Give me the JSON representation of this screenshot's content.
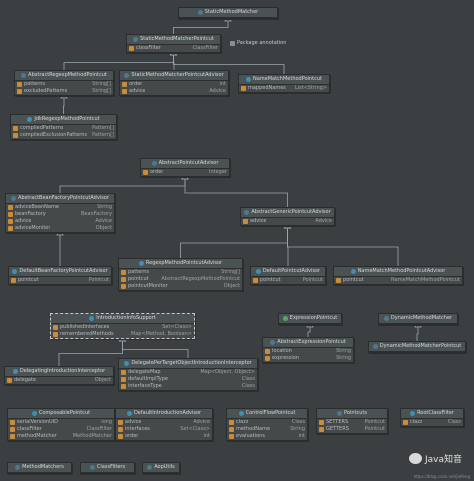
{
  "nodes": [
    {
      "id": "StaticMethodMatcher",
      "title": "StaticMethodMatcher",
      "kind": "a",
      "rows": []
    },
    {
      "id": "StaticMethodMatcherPointcut",
      "title": "StaticMethodMatcherPointcut",
      "kind": "a",
      "rows": [
        {
          "name": "classFilter",
          "type": "ClassFilter"
        }
      ]
    },
    {
      "id": "AbstractRegexpMethodPointcut",
      "title": "AbstractRegexpMethodPointcut",
      "kind": "a",
      "rows": [
        {
          "name": "patterns",
          "type": "String[]"
        },
        {
          "name": "excludedPatterns",
          "type": "String[]"
        }
      ]
    },
    {
      "id": "StaticMethodMatcherPointcutAdvisor",
      "title": "StaticMethodMatcherPointcutAdvisor",
      "kind": "a",
      "rows": [
        {
          "name": "order",
          "type": "int"
        },
        {
          "name": "advice",
          "type": "Advice"
        }
      ]
    },
    {
      "id": "NameMatchMethodPointcut",
      "title": "NameMatchMethodPointcut",
      "kind": "c",
      "rows": [
        {
          "name": "mappedNames",
          "type": "List<String>"
        }
      ]
    },
    {
      "id": "JdkRegexpMethodPointcut",
      "title": "JdkRegexpMethodPointcut",
      "kind": "c",
      "rows": [
        {
          "name": "compiledPatterns",
          "type": "Pattern[]"
        },
        {
          "name": "compiledExclusionPatterns",
          "type": "Pattern[]"
        }
      ]
    },
    {
      "id": "AbstractPointcutAdvisor",
      "title": "AbstractPointcutAdvisor",
      "kind": "a",
      "rows": [
        {
          "name": "order",
          "type": "Integer"
        }
      ]
    },
    {
      "id": "AbstractBeanFactoryPointcutAdvisor",
      "title": "AbstractBeanFactoryPointcutAdvisor",
      "kind": "a",
      "rows": [
        {
          "name": "adviceBeanName",
          "type": "String"
        },
        {
          "name": "beanFactory",
          "type": "BeanFactory"
        },
        {
          "name": "advice",
          "type": "Advice"
        },
        {
          "name": "adviceMonitor",
          "type": "Object"
        }
      ]
    },
    {
      "id": "AbstractGenericPointcutAdvisor",
      "title": "AbstractGenericPointcutAdvisor",
      "kind": "a",
      "rows": [
        {
          "name": "advice",
          "type": "Advice"
        }
      ]
    },
    {
      "id": "DefaultBeanFactoryPointcutAdvisor",
      "title": "DefaultBeanFactoryPointcutAdvisor",
      "kind": "c",
      "rows": [
        {
          "name": "pointcut",
          "type": "Pointcut"
        }
      ]
    },
    {
      "id": "RegexpMethodPointcutAdvisor",
      "title": "RegexpMethodPointcutAdvisor",
      "kind": "c",
      "rows": [
        {
          "name": "patterns",
          "type": "String[]"
        },
        {
          "name": "pointcut",
          "type": "AbstractRegexpMethodPointcut"
        },
        {
          "name": "pointcutMonitor",
          "type": "Object"
        }
      ]
    },
    {
      "id": "DefaultPointcutAdvisor",
      "title": "DefaultPointcutAdvisor",
      "kind": "c",
      "rows": [
        {
          "name": "pointcut",
          "type": "Pointcut"
        }
      ]
    },
    {
      "id": "NameMatchMethodPointcutAdvisor",
      "title": "NameMatchMethodPointcutAdvisor",
      "kind": "c",
      "rows": [
        {
          "name": "pointcut",
          "type": "NameMatchMethodPointcut"
        }
      ]
    },
    {
      "id": "IntroductionInfoSupport",
      "title": "IntroductionInfoSupport",
      "kind": "c",
      "rows": [
        {
          "name": "publishedInterfaces",
          "type": "Set<Class>"
        },
        {
          "name": "rememberedMethods",
          "type": "Map<Method, Boolean>"
        }
      ]
    },
    {
      "id": "ExpressionPointcut",
      "title": "ExpressionPointcut",
      "kind": "i",
      "rows": []
    },
    {
      "id": "DynamicMethodMatcher",
      "title": "DynamicMethodMatcher",
      "kind": "a",
      "rows": []
    },
    {
      "id": "AbstractExpressionPointcut",
      "title": "AbstractExpressionPointcut",
      "kind": "a",
      "rows": [
        {
          "name": "location",
          "type": "String"
        },
        {
          "name": "expression",
          "type": "String"
        }
      ]
    },
    {
      "id": "DynamicMethodMatcherPointcut",
      "title": "DynamicMethodMatcherPointcut",
      "kind": "a",
      "rows": []
    },
    {
      "id": "DelegatingIntroductionInterceptor",
      "title": "DelegatingIntroductionInterceptor",
      "kind": "c",
      "rows": [
        {
          "name": "delegate",
          "type": "Object"
        }
      ]
    },
    {
      "id": "DelegatePerTargetObjectIntroductionInterceptor",
      "title": "DelegatePerTargetObjectIntroductionInterceptor",
      "kind": "c",
      "rows": [
        {
          "name": "delegateMap",
          "type": "Map<Object, Object>"
        },
        {
          "name": "defaultImplType",
          "type": "Class"
        },
        {
          "name": "interfaceType",
          "type": "Class"
        }
      ]
    },
    {
      "id": "ComposablePointcut",
      "title": "ComposablePointcut",
      "kind": "c",
      "rows": [
        {
          "name": "serialVersionUID",
          "type": "long"
        },
        {
          "name": "classFilter",
          "type": "ClassFilter"
        },
        {
          "name": "methodMatcher",
          "type": "MethodMatcher"
        }
      ]
    },
    {
      "id": "DefaultIntroductionAdvisor",
      "title": "DefaultIntroductionAdvisor",
      "kind": "c",
      "rows": [
        {
          "name": "advice",
          "type": "Advice"
        },
        {
          "name": "interfaces",
          "type": "Set<Class>"
        },
        {
          "name": "order",
          "type": "int"
        }
      ]
    },
    {
      "id": "ControlFlowPointcut",
      "title": "ControlFlowPointcut",
      "kind": "c",
      "rows": [
        {
          "name": "clazz",
          "type": "Class"
        },
        {
          "name": "methodName",
          "type": "String"
        },
        {
          "name": "evaluations",
          "type": "int"
        }
      ]
    },
    {
      "id": "Pointcuts",
      "title": "Pointcuts",
      "kind": "a",
      "rows": [
        {
          "name": "SETTERS",
          "type": "Pointcut"
        },
        {
          "name": "GETTERS",
          "type": "Pointcut"
        }
      ]
    },
    {
      "id": "RootClassFilter",
      "title": "RootClassFilter",
      "kind": "c",
      "rows": [
        {
          "name": "clazz",
          "type": "Class"
        }
      ]
    },
    {
      "id": "MethodMatchers",
      "title": "MethodMatchers",
      "kind": "a",
      "rows": []
    },
    {
      "id": "ClassFilters",
      "title": "ClassFilters",
      "kind": "a",
      "rows": []
    },
    {
      "id": "AopUtils",
      "title": "AopUtils",
      "kind": "a",
      "rows": []
    }
  ],
  "package_annotation": "Package annotation",
  "watermark": {
    "text": "Java知音",
    "url": "https://blog.csdn.net/jiefeng"
  }
}
